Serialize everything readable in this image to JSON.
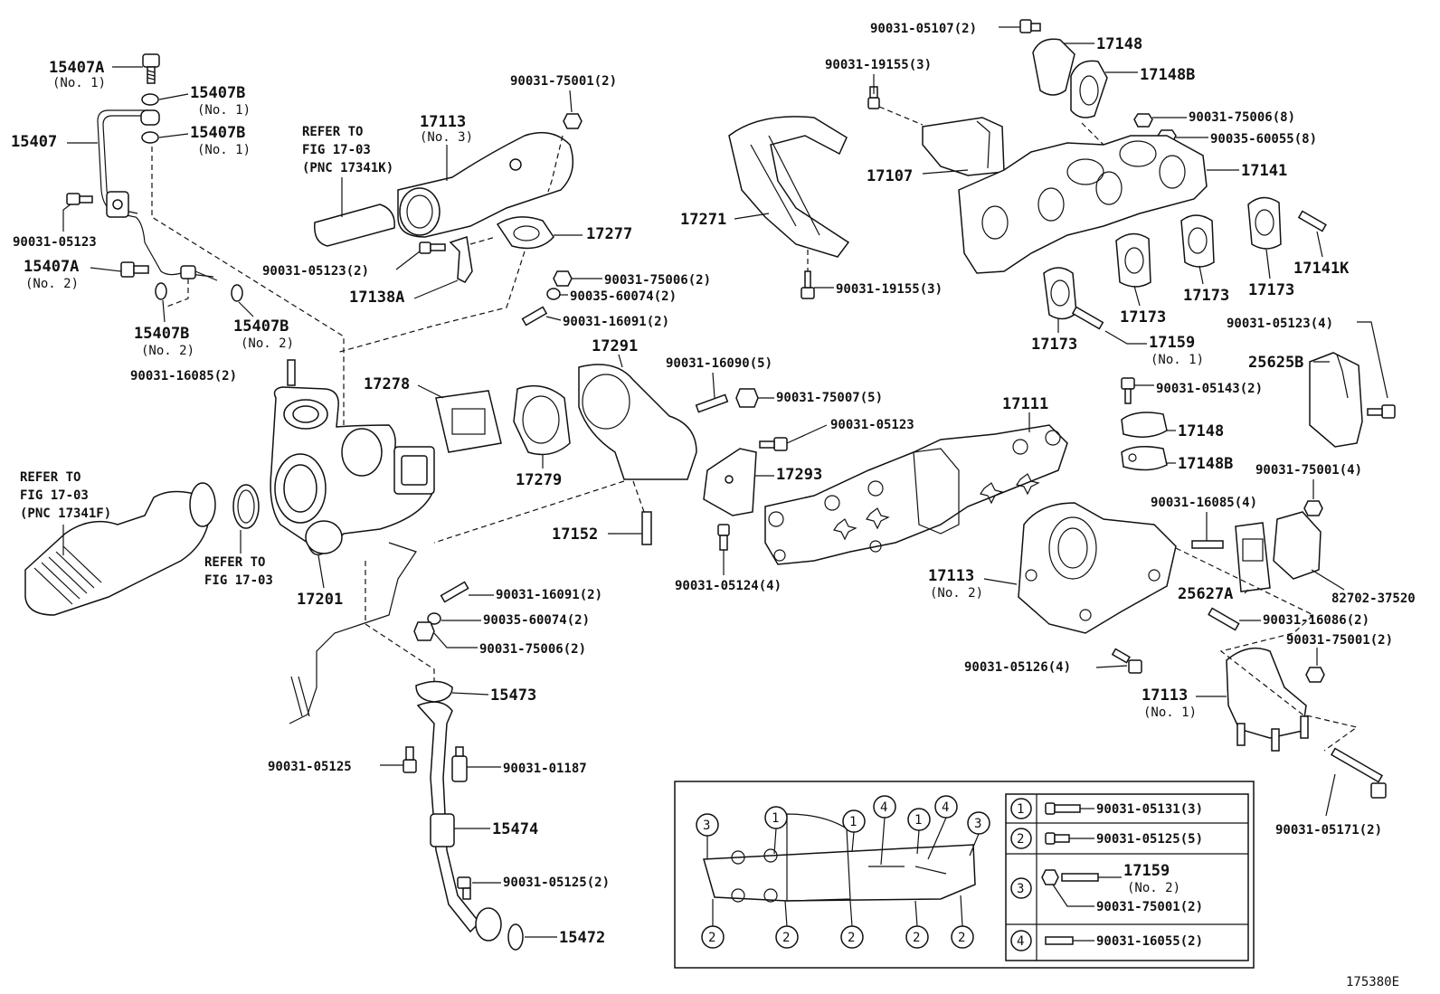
{
  "diagram_id": "175380E",
  "labels": {
    "l15407A_1": "15407A",
    "l15407A_1_sub": "(No. 1)",
    "l15407B_1a": "15407B",
    "l15407B_1a_sub": "(No. 1)",
    "l15407B_1b": "15407B",
    "l15407B_1b_sub": "(No. 1)",
    "l15407": "15407",
    "l90031_05123a": "90031-05123",
    "l15407A_2": "15407A",
    "l15407A_2_sub": "(No. 2)",
    "l15407B_2a": "15407B",
    "l15407B_2a_sub": "(No. 2)",
    "l15407B_2b": "15407B",
    "l15407B_2b_sub": "(No. 2)",
    "l90031_16085a": "90031-16085(2)",
    "l17278": "17278",
    "l17279": "17279",
    "l17291": "17291",
    "l17201": "17201",
    "l17152": "17152",
    "l17113_3": "17113",
    "l17113_3_sub": "(No. 3)",
    "l90031_75001a": "90031-75001(2)",
    "l17277": "17277",
    "l90031_05123_2": "90031-05123(2)",
    "l17138A": "17138A",
    "l90031_75006a": "90031-75006(2)",
    "l90035_60074a": "90035-60074(2)",
    "l90031_16091a": "90031-16091(2)",
    "l90031_16090": "90031-16090(5)",
    "l90031_75007": "90031-75007(5)",
    "l90031_05123b": "90031-05123",
    "l17293": "17293",
    "l90031_05124": "90031-05124(4)",
    "l90031_16091b": "90031-16091(2)",
    "l90035_60074b": "90035-60074(2)",
    "l90031_75006b": "90031-75006(2)",
    "l15473": "15473",
    "l90031_05125a": "90031-05125",
    "l90031_01187": "90031-01187",
    "l15474": "15474",
    "l90031_05125b": "90031-05125(2)",
    "l15472": "15472",
    "l17271": "17271",
    "l90031_19155a": "90031-19155(3)",
    "l90031_19155b": "90031-19155(3)",
    "l90031_05107": "90031-05107(2)",
    "l17148a": "17148",
    "l17148Ba": "17148B",
    "l90031_75006c": "90031-75006(8)",
    "l90035_60055": "90035-60055(8)",
    "l17107": "17107",
    "l17141": "17141",
    "l17173a": "17173",
    "l17173b": "17173",
    "l17173c": "17173",
    "l17173d": "17173",
    "l17141K": "17141K",
    "l17159_1": "17159",
    "l17159_1_sub": "(No. 1)",
    "l90031_05123_4": "90031-05123(4)",
    "l25625B": "25625B",
    "l90031_05143": "90031-05143(2)",
    "l17148b": "17148",
    "l17148Bb": "17148B",
    "l17111": "17111",
    "l90031_75001_4": "90031-75001(4)",
    "l90031_16085b": "90031-16085(4)",
    "l17113_2": "17113",
    "l17113_2_sub": "(No. 2)",
    "l25627A": "25627A",
    "l82702": "82702-37520",
    "l90031_16086": "90031-16086(2)",
    "l90031_75001c": "90031-75001(2)",
    "l90031_05126": "90031-05126(4)",
    "l17113_1": "17113",
    "l17113_1_sub": "(No. 1)",
    "l90031_05171": "90031-05171(2)"
  },
  "notes": {
    "refer_a": [
      "REFER TO",
      "FIG 17-03",
      "(PNC 17341K)"
    ],
    "refer_b": [
      "REFER TO",
      "FIG 17-03",
      "(PNC 17341F)"
    ],
    "refer_c": [
      "REFER TO",
      "FIG 17-03"
    ]
  },
  "legend": {
    "rows": [
      {
        "key": "1",
        "part": "90031-05131(3)"
      },
      {
        "key": "2",
        "part": "90031-05125(5)"
      },
      {
        "key": "3",
        "part": "17159",
        "part_sub": "(No. 2)",
        "part2": "90031-75001(2)"
      },
      {
        "key": "4",
        "part": "90031-16055(2)"
      }
    ],
    "gasket_callouts_top": [
      "3",
      "1",
      "1",
      "4",
      "1",
      "4",
      "3"
    ],
    "gasket_callouts_bottom": [
      "2",
      "2",
      "2",
      "2",
      "2"
    ]
  }
}
